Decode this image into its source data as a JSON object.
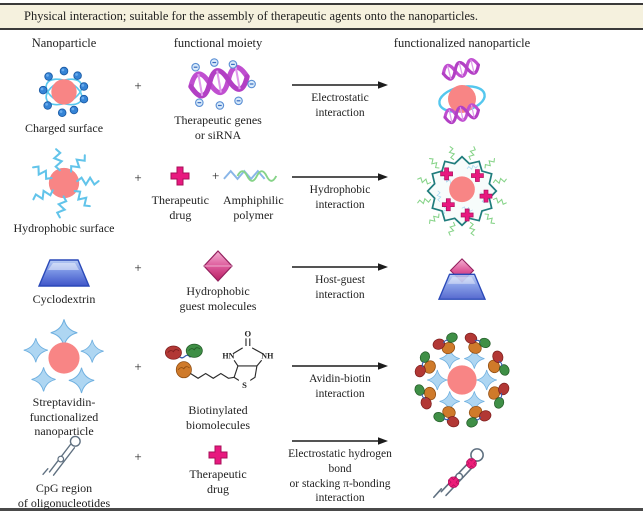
{
  "header": {
    "title": "Physical interaction; suitable for the assembly of therapeutic agents onto the nanoparticles."
  },
  "columns": {
    "c1": "Nanoparticle",
    "c2": "functional moiety",
    "c3": "functionalized nanoparticle"
  },
  "symbols": {
    "plus": "+"
  },
  "biotin": {
    "o": "O",
    "hn": "HN",
    "nh": "NH",
    "s": "S"
  },
  "rows": [
    {
      "nanoparticle": "Charged surface",
      "moiety": "Therapeutic genes\nor siRNA",
      "interaction": "Electrostatic\ninteraction"
    },
    {
      "nanoparticle": "Hydrophobic surface",
      "moiety1": "Therapeutic\ndrug",
      "moiety2": "Amphiphilic\npolymer",
      "interaction": "Hydrophobic\ninteraction"
    },
    {
      "nanoparticle": "Cyclodextrin",
      "moiety": "Hydrophobic\nguest molecules",
      "interaction": "Host-guest\ninteraction"
    },
    {
      "nanoparticle": "Streptavidin-\nfunctionalized nanoparticle",
      "moiety": "Biotinylated\nbiomolecules",
      "interaction": "Avidin-biotin\ninteraction"
    },
    {
      "nanoparticle": "CpG region\nof oligonucleotides",
      "moiety": "Therapeutic\ndrug",
      "interaction": "Electrostatic hydrogen bond\nor stacking π-bonding\ninteraction"
    }
  ],
  "colors": {
    "header_bg": "#f5f1de",
    "rule": "#3a3a3a",
    "core_pink": "#f88585",
    "cyan": "#5ac8ee",
    "ion_blue": "#3584d6",
    "drug_magenta": "#e8197f",
    "helix_orchid": "#c04fd0",
    "teal_ring": "#207d7d",
    "polymer_green": "#86d388",
    "polymer_blue": "#8ab6e8",
    "cyclodextrin_blue": "#4a66d8",
    "gem_pink": "#c12568",
    "star_blue": "#aed6f2",
    "protein_red": "#b23835",
    "protein_green": "#3f8f46",
    "protein_orange": "#cf7a2a",
    "oligo_gray": "#5f7080",
    "text": "#1f1f1f"
  }
}
